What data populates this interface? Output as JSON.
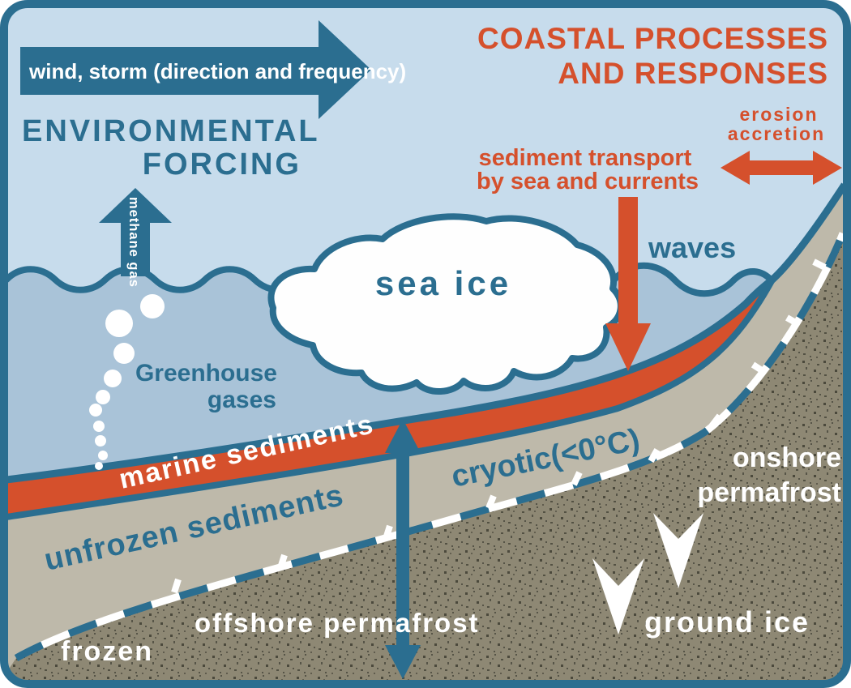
{
  "colors": {
    "teal": "#2b6e90",
    "red": "#d5502c",
    "sky": "#c7dcec",
    "water": "#a9c3d8",
    "ice_white": "#fefefe",
    "sediment_gray": "#beb9aa",
    "frozen_ground": "#8e8874",
    "speckle_dark": "#3f3e33",
    "label_white": "#ffffff"
  },
  "header": {
    "left_title_line1": "ENVIRONMENTAL",
    "left_title_line2": "FORCING",
    "right_title_line1": "COASTAL PROCESSES",
    "right_title_line2": "AND RESPONSES"
  },
  "arrows": {
    "wind_storm_label": "wind, storm (direction and frequency)",
    "methane_label": "methane gas",
    "erosion_label": "erosion",
    "accretion_label": "accretion",
    "sediment_transport_line1": "sediment transport",
    "sediment_transport_line2": "by sea and currents"
  },
  "sea": {
    "waves_label": "waves",
    "sea_ice_label": "sea ice",
    "greenhouse_line1": "Greenhouse",
    "greenhouse_line2": "gases"
  },
  "ground": {
    "marine_sediments_label": "marine sediments",
    "unfrozen_sediments_label": "unfrozen sediments",
    "cryotic_label": "cryotic(<0°C)",
    "onshore_line1": "onshore",
    "onshore_line2": "permafrost",
    "offshore_permafrost_label": "offshore permafrost",
    "frozen_label": "frozen",
    "ground_ice_label": "ground ice"
  }
}
